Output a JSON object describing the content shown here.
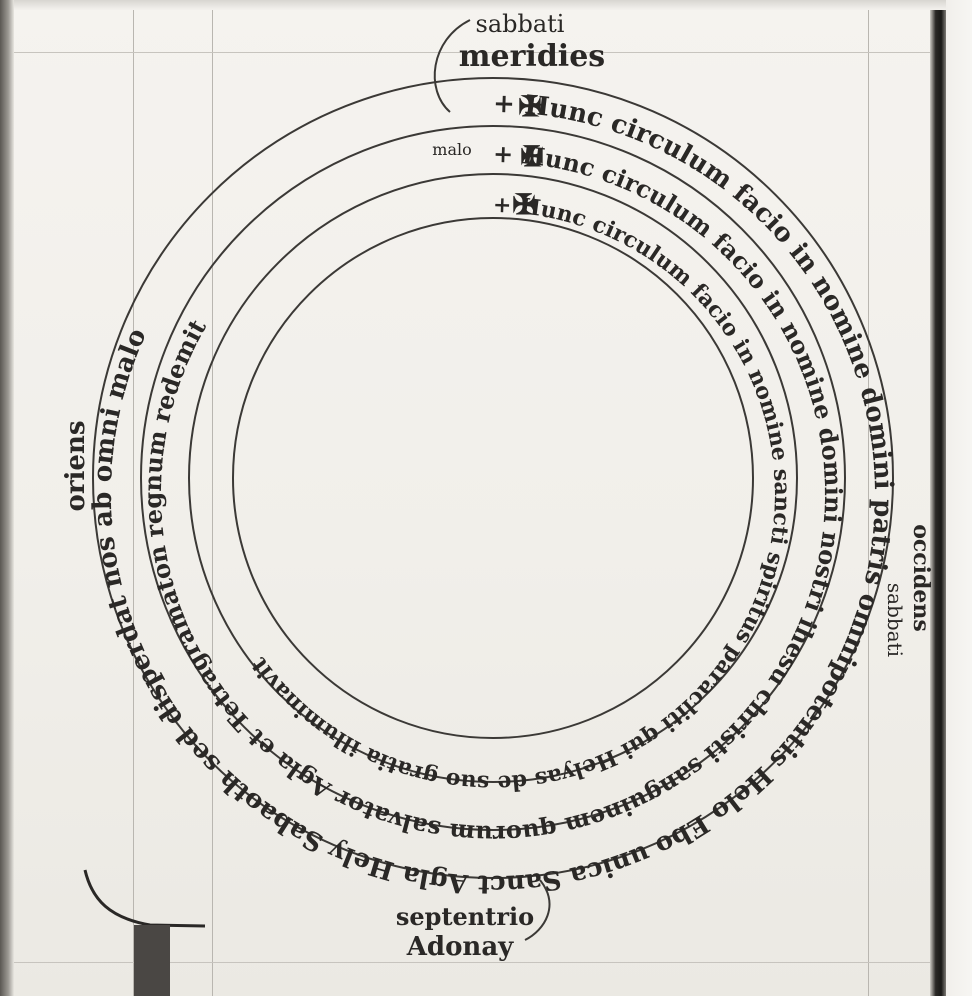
{
  "manuscript": {
    "directions": {
      "top": [
        "sabbati",
        "meridies"
      ],
      "left": "oriens",
      "right": [
        "occidens",
        "sabbati"
      ],
      "bottom": [
        "septentrio",
        "Adonay"
      ]
    },
    "small_label": "malo",
    "rings": {
      "outer": "+ Hunc circulum facio in nomine domini patris omnipotentis Helo Ebo unica Sanct  Agla Hely Sabaoth sed disperdat nos ab omni malo",
      "middle": "+ Hunc circulum facio in nomine domini nostri ihesu christi sanguinem quorum salvator Agla et Tetragramaton regnum redemit",
      "inner": "+ Hunc circulum facio in nomine sancti spiritus paracliti qui Helyas de suo gratia illuminavit"
    },
    "cross_symbol": "✠"
  },
  "colors": {
    "ink": "#2a2826",
    "paper": "#f3f1ed",
    "ruling": "#b9b6b0"
  }
}
